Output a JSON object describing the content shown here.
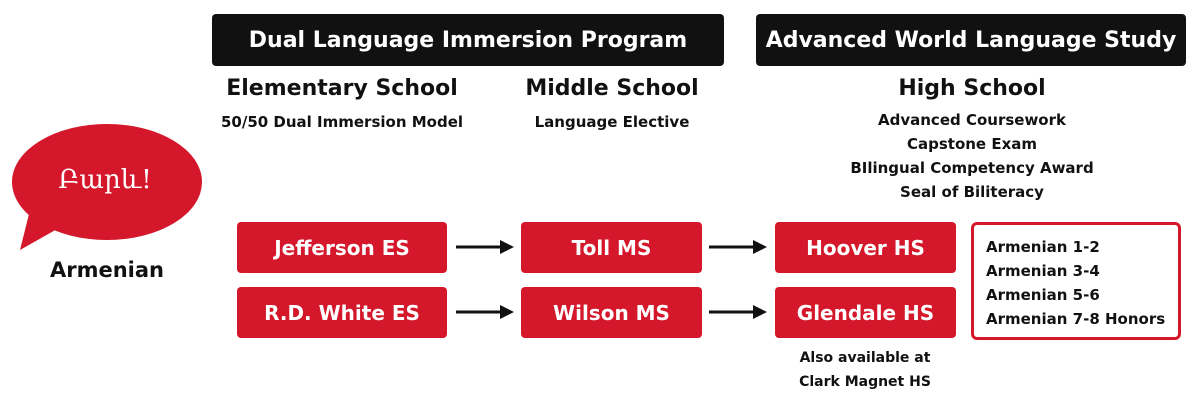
{
  "banners": {
    "dual_language": "Dual Language Immersion Program",
    "advanced": "Advanced World Language Study"
  },
  "levels": {
    "elementary": {
      "title": "Elementary School",
      "subtitle": "50/50 Dual Immersion Model"
    },
    "middle": {
      "title": "Middle School",
      "subtitle": "Language Elective"
    },
    "high": {
      "title": "High School",
      "details": [
        "Advanced Coursework",
        "Capstone Exam",
        "BIlingual Competency Award",
        "Seal of Biliteracy"
      ]
    }
  },
  "language": {
    "greeting": "Բարև!",
    "name": "Armenian"
  },
  "pathways": [
    {
      "elementary": "Jefferson ES",
      "middle": "Toll MS",
      "high": "Hoover HS"
    },
    {
      "elementary": "R.D. White ES",
      "middle": "Wilson MS",
      "high": "Glendale HS"
    }
  ],
  "note": [
    "Also available at",
    "Clark Magnet HS"
  ],
  "courses": [
    "Armenian 1-2",
    "Armenian 3-4",
    "Armenian 5-6",
    "Armenian 7-8 Honors"
  ],
  "colors": {
    "accent_red": "#d4172a",
    "banner_black": "#111111"
  }
}
